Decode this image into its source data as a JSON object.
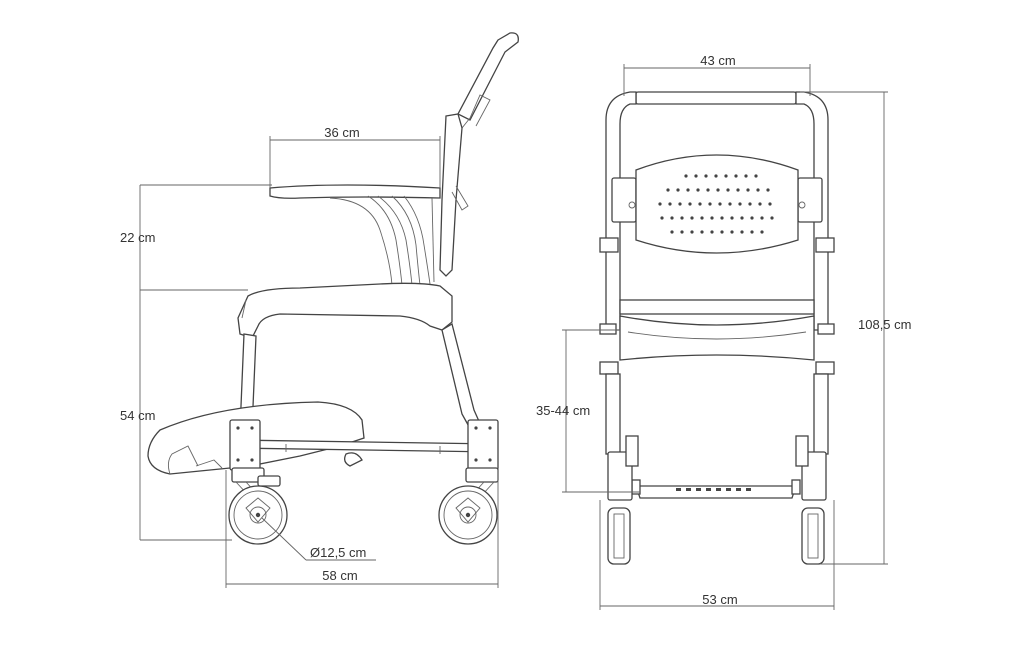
{
  "side_view": {
    "dims": {
      "armrest_depth": "36 cm",
      "armrest_height": "22 cm",
      "seat_height": "54 cm",
      "wheel_diameter": "Ø12,5 cm",
      "base_length": "58 cm"
    }
  },
  "front_view": {
    "dims": {
      "top_width": "43 cm",
      "total_height": "108,5 cm",
      "footrest_height": "35-44 cm",
      "base_width": "53 cm"
    }
  }
}
